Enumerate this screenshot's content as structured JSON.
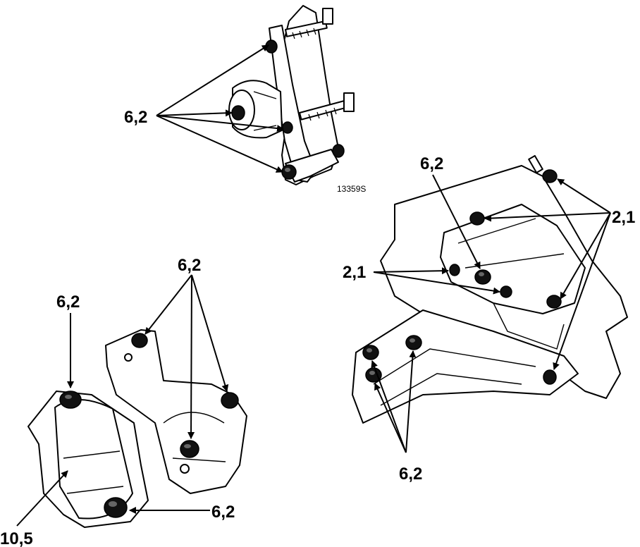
{
  "figure_id": "13359S",
  "colors": {
    "line": "#000000",
    "background": "#ffffff"
  },
  "torque_labels": {
    "top_group": "6,2",
    "right_top": "6,2",
    "right_side": "2,1",
    "right_mid": "2,1",
    "right_bottom": "6,2",
    "left_top": "6,2",
    "left_mid": "6,2",
    "left_bottom_right": "6,2",
    "left_bottom_left": "10,5"
  }
}
